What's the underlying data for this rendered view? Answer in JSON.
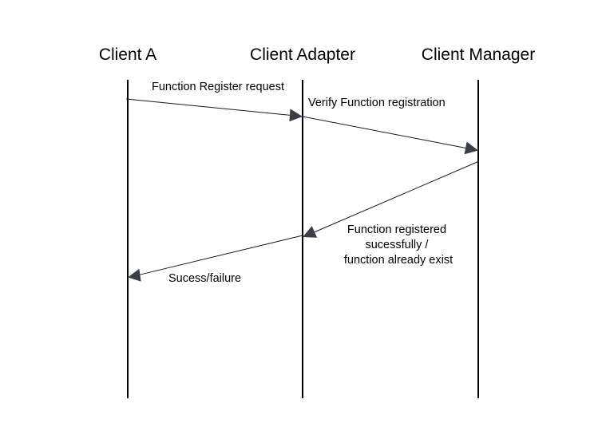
{
  "participants": [
    {
      "id": "client-a",
      "label": "Client A"
    },
    {
      "id": "client-adapter",
      "label": "Client Adapter"
    },
    {
      "id": "client-manager",
      "label": "Client Manager"
    }
  ],
  "messages": [
    {
      "from": "client-a",
      "to": "client-adapter",
      "lines": [
        "Function Register request"
      ]
    },
    {
      "from": "client-adapter",
      "to": "client-manager",
      "lines": [
        "Verify Function registration"
      ]
    },
    {
      "from": "client-manager",
      "to": "client-adapter",
      "lines": [
        "Function registered",
        "sucessfully /",
        "function already exist"
      ]
    },
    {
      "from": "client-adapter",
      "to": "client-a",
      "lines": [
        "Sucess/failure"
      ]
    }
  ],
  "colors": {
    "line": "#000000",
    "arrowhead": "#3a3e48"
  }
}
